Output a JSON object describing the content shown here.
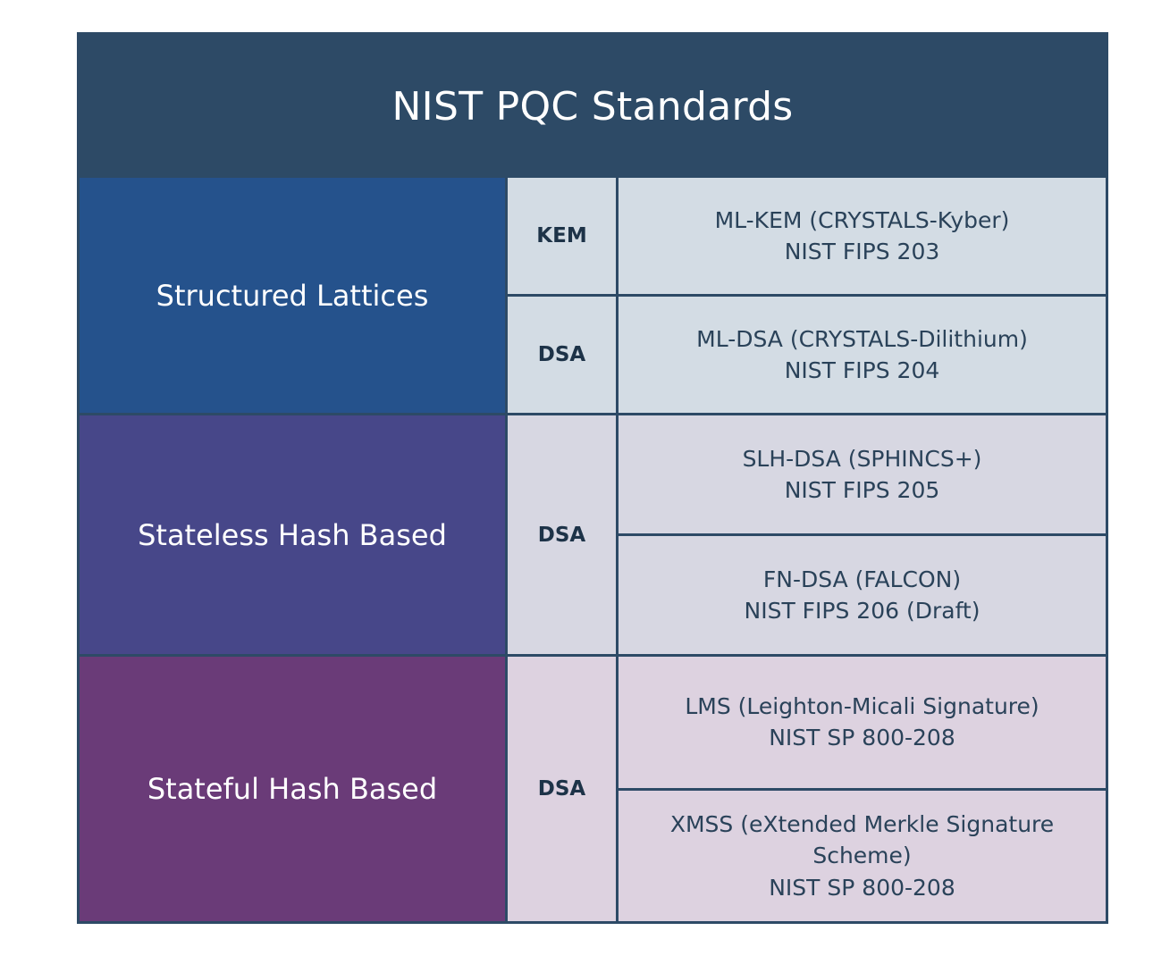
{
  "table": {
    "title": "NIST PQC Standards",
    "colors": {
      "header_bg": "#2d4a66",
      "border": "#2d4a66",
      "family_lattices_bg": "#25528c",
      "family_stateless_bg": "#474789",
      "family_stateful_bg": "#6a3b78",
      "cell_blue_bg": "#d3dce4",
      "cell_indigo_bg": "#d7d7e2",
      "cell_plum_bg": "#ddd2e0",
      "cell_text": "#2a4259",
      "family_text": "#ffffff"
    },
    "rows": [
      {
        "family": "Structured Lattices",
        "merged_kind": false,
        "entries": [
          {
            "kind": "KEM",
            "name": "ML-KEM (CRYSTALS-Kyber)",
            "standard": "NIST FIPS 203"
          },
          {
            "kind": "DSA",
            "name": "ML-DSA (CRYSTALS-Dilithium)",
            "standard": "NIST FIPS 204"
          }
        ]
      },
      {
        "family": "Stateless Hash Based",
        "merged_kind": true,
        "kind": "DSA",
        "entries": [
          {
            "name": "SLH-DSA (SPHINCS+)",
            "standard": "NIST FIPS 205"
          },
          {
            "name": "FN-DSA (FALCON)",
            "standard": "NIST FIPS 206 (Draft)"
          }
        ]
      },
      {
        "family": "Stateful Hash Based",
        "merged_kind": true,
        "kind": "DSA",
        "entries": [
          {
            "name": "LMS (Leighton-Micali Signature)",
            "standard": "NIST SP 800-208"
          },
          {
            "name": "XMSS (eXtended Merkle Signature Scheme)",
            "standard": "NIST SP 800-208"
          }
        ]
      }
    ]
  }
}
